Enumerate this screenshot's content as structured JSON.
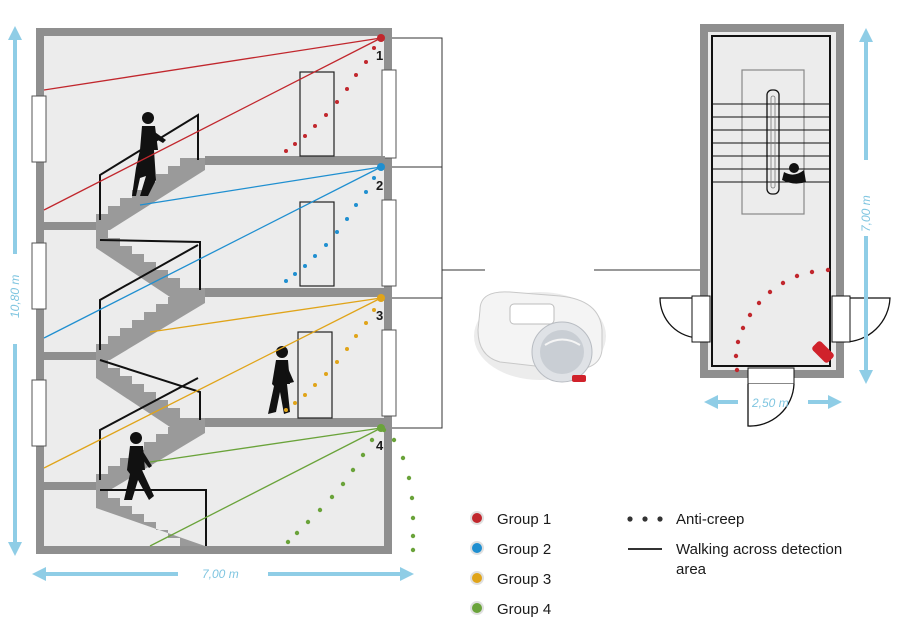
{
  "section": {
    "height_label": "10,80 m",
    "width_label": "7,00 m",
    "sensor_numbers": [
      "1",
      "2",
      "3",
      "4"
    ]
  },
  "plan": {
    "height_label": "7,00 m",
    "width_label": "2,50 m"
  },
  "legend": {
    "groups": [
      {
        "label": "Group 1",
        "color": "#c1272d"
      },
      {
        "label": "Group 2",
        "color": "#1f8fd0"
      },
      {
        "label": "Group 3",
        "color": "#e0a419"
      },
      {
        "label": "Group 4",
        "color": "#6aa33a"
      }
    ],
    "anti_creep": "Anti-creep",
    "walking_line1": "Walking across detection",
    "walking_line2": "area"
  },
  "colors": {
    "wall": "#8f8f8f",
    "floor_fill": "#e8e8e8",
    "dimension": "#8fcde6",
    "group1": "#c1272d",
    "group2": "#1f8fd0",
    "group3": "#e0a419",
    "group4": "#6aa33a"
  }
}
